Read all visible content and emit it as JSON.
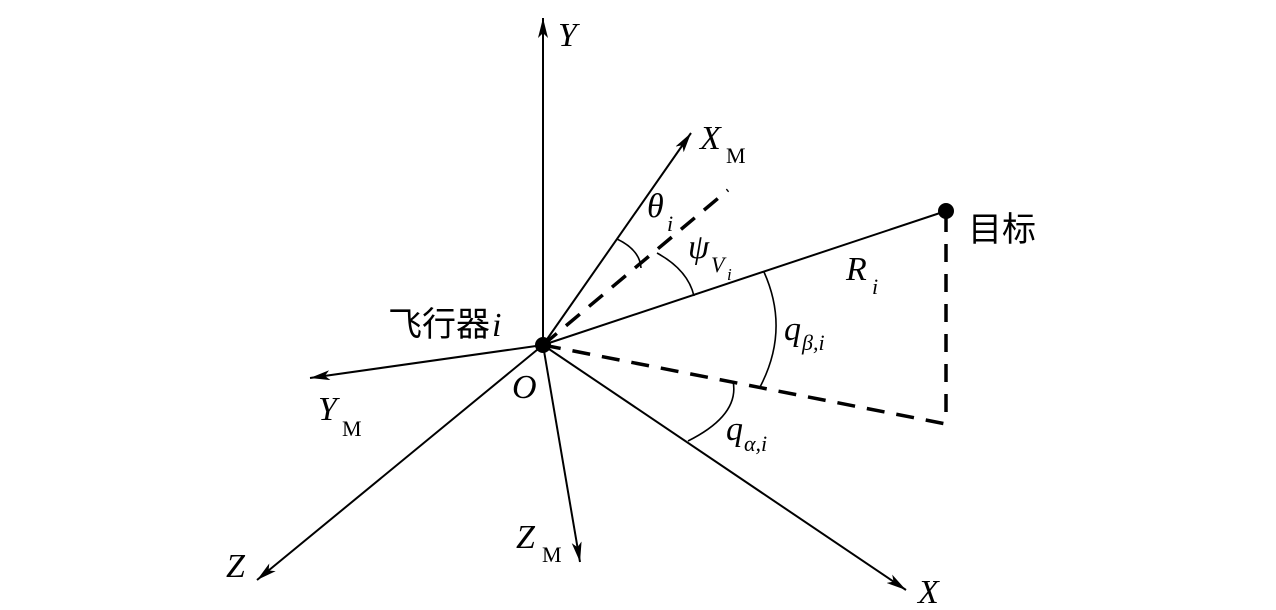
{
  "labels": {
    "Y": "Y",
    "X_M": "X",
    "X_M_sub": "M",
    "theta": "θ",
    "theta_sub": "i",
    "psi": "ψ",
    "psi_sub": "V",
    "psi_subsub": "i",
    "target": "目标",
    "R": "R",
    "R_sub": "i",
    "aircraft": "飞行器",
    "aircraft_i": "i",
    "O": "O",
    "q_beta": "q",
    "q_beta_sub": "β,i",
    "Y_M": "Y",
    "Y_M_sub": "M",
    "q_alpha": "q",
    "q_alpha_sub": "α,i",
    "Z_M": "Z",
    "Z_M_sub": "M",
    "Z": "Z",
    "X": "X"
  }
}
